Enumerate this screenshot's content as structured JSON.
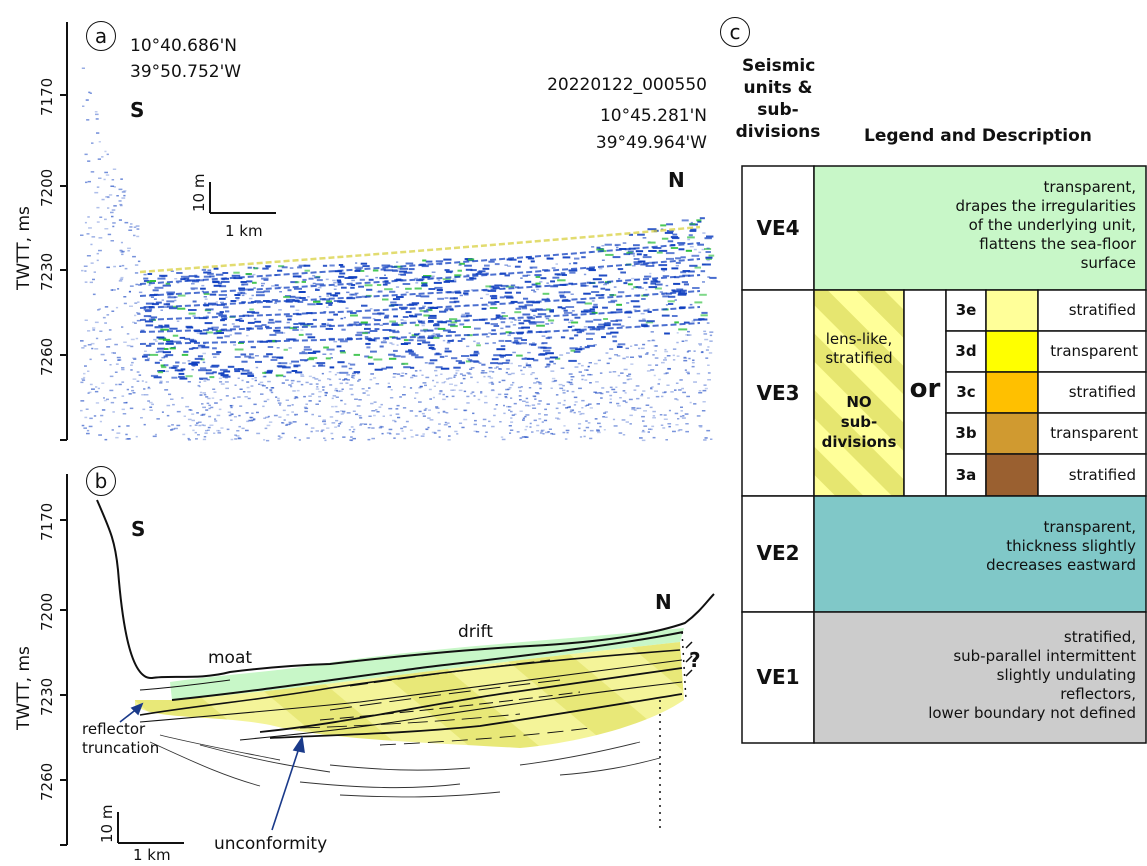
{
  "panel_a": {
    "badge": "a",
    "coords_south": [
      "10°40.686'N",
      "39°50.752'W"
    ],
    "south_label": "S",
    "profile_id": "20220122_000550",
    "coords_north": [
      "10°45.281'N",
      "39°49.964'W"
    ],
    "north_label": "N",
    "scale_v": "10 m",
    "scale_h": "1 km",
    "axis_label": "TWTT, ms",
    "ticks": [
      "7170",
      "7200",
      "7230",
      "7260"
    ]
  },
  "panel_b": {
    "badge": "b",
    "south_label": "S",
    "north_label": "N",
    "moat": "moat",
    "drift": "drift",
    "question": "?",
    "reflector": [
      "reflector",
      "truncation"
    ],
    "unconformity": "unconformity",
    "scale_v": "10 m",
    "scale_h": "1 km",
    "axis_label": "TWTT, ms",
    "ticks": [
      "7170",
      "7200",
      "7230",
      "7260"
    ]
  },
  "panel_c": {
    "badge": "c",
    "col1_header": [
      "Seismic",
      "units &",
      "sub-",
      "divisions"
    ],
    "col2_header": "Legend and Description",
    "units": [
      {
        "name": "VE4",
        "color": "#c8f7c8",
        "desc": [
          "transparent,",
          "drapes the irregularities",
          "of the underlying unit,",
          "flattens the sea-floor",
          "surface"
        ]
      },
      {
        "name": "VE3",
        "lens": [
          "lens-like,",
          "stratified"
        ],
        "no_sub": [
          "NO",
          "sub-",
          "divisions"
        ],
        "or": "or",
        "subdivisions": [
          {
            "code": "3e",
            "color": "#ffff99",
            "desc": "stratified"
          },
          {
            "code": "3d",
            "color": "#ffff00",
            "desc": "transparent"
          },
          {
            "code": "3c",
            "color": "#ffc000",
            "desc": "stratified"
          },
          {
            "code": "3b",
            "color": "#d09a30",
            "desc": "transparent"
          },
          {
            "code": "3a",
            "color": "#9a6030",
            "desc": "stratified"
          }
        ]
      },
      {
        "name": "VE2",
        "color": "#80c8c8",
        "desc": [
          "transparent,",
          "thickness slightly",
          "decreases eastward"
        ]
      },
      {
        "name": "VE1",
        "color": "#cccccc",
        "desc": [
          "stratified,",
          "sub-parallel intermittent",
          "slightly undulating",
          "reflectors,",
          "lower boundary not defined"
        ]
      }
    ]
  },
  "colors": {
    "drape_green": "#c8f7c8",
    "drift_yellow": "#f0f080",
    "seismic_blue": "#1040c0",
    "seismic_green": "#30c040"
  }
}
